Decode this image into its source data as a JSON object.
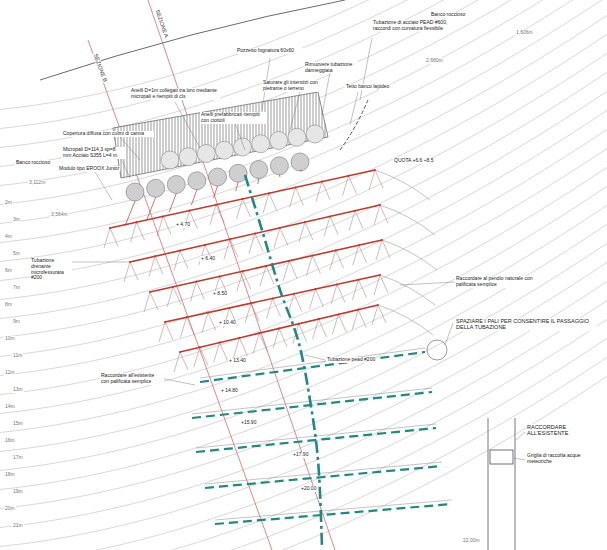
{
  "diagram": {
    "labels": [
      "SEZIONE A",
      "SEZIONE B",
      "Banco roccioso",
      "Tubazione di acciaio PEAD #600, raccordi con curvatura flessibile",
      "Pozzetto fognatura 60x60",
      "Rimuovere tubazione danneggiata",
      "Tetto banco lapideo",
      "Saturare gli interstizi con pietrame o terreno",
      "Anelli D=1m collegati tra loro mediante micropali e riempiti di cls",
      "Anelli prefabbricati riempiti con ciottoli",
      "Copertura diffusa con culmi di canna",
      "Micropali D=114,3 sp=8 mm Acciaio S355 L=4 m",
      "Banco roccioso",
      "Modulo tipo EROOX Junior",
      "QUOTA +6.6 ÷8.5",
      "+ 4.70",
      "+ 6.40",
      "+ 8.50",
      "+ 10.40",
      "+ 13.40",
      "Tubazione drenante microfessurata #200",
      "Raccordare al pendio naturale con palificata semplice",
      "SPAZIARE I PALI PER CONSENTIRE IL PASSAGGIO DELLA TUBAZIONE",
      "Tubazione pead #200",
      "Raccordare all'esistente con palificata semplice",
      "+ 14.80",
      "+15.90",
      "+17.90",
      "+20.00",
      "RACCORDARE ALL'ESISTENTE",
      "Griglia di raccolta acque meteoriche",
      "1,606m",
      "2,680m",
      "3,112m",
      "3,564m",
      "22,00m",
      "2m",
      "3m",
      "4m",
      "5m",
      "6m",
      "7m",
      "8m",
      "9m",
      "10m",
      "11m",
      "12m",
      "13m",
      "14m",
      "15m",
      "16m",
      "17m",
      "18m",
      "19m",
      "20m",
      "21m"
    ]
  }
}
